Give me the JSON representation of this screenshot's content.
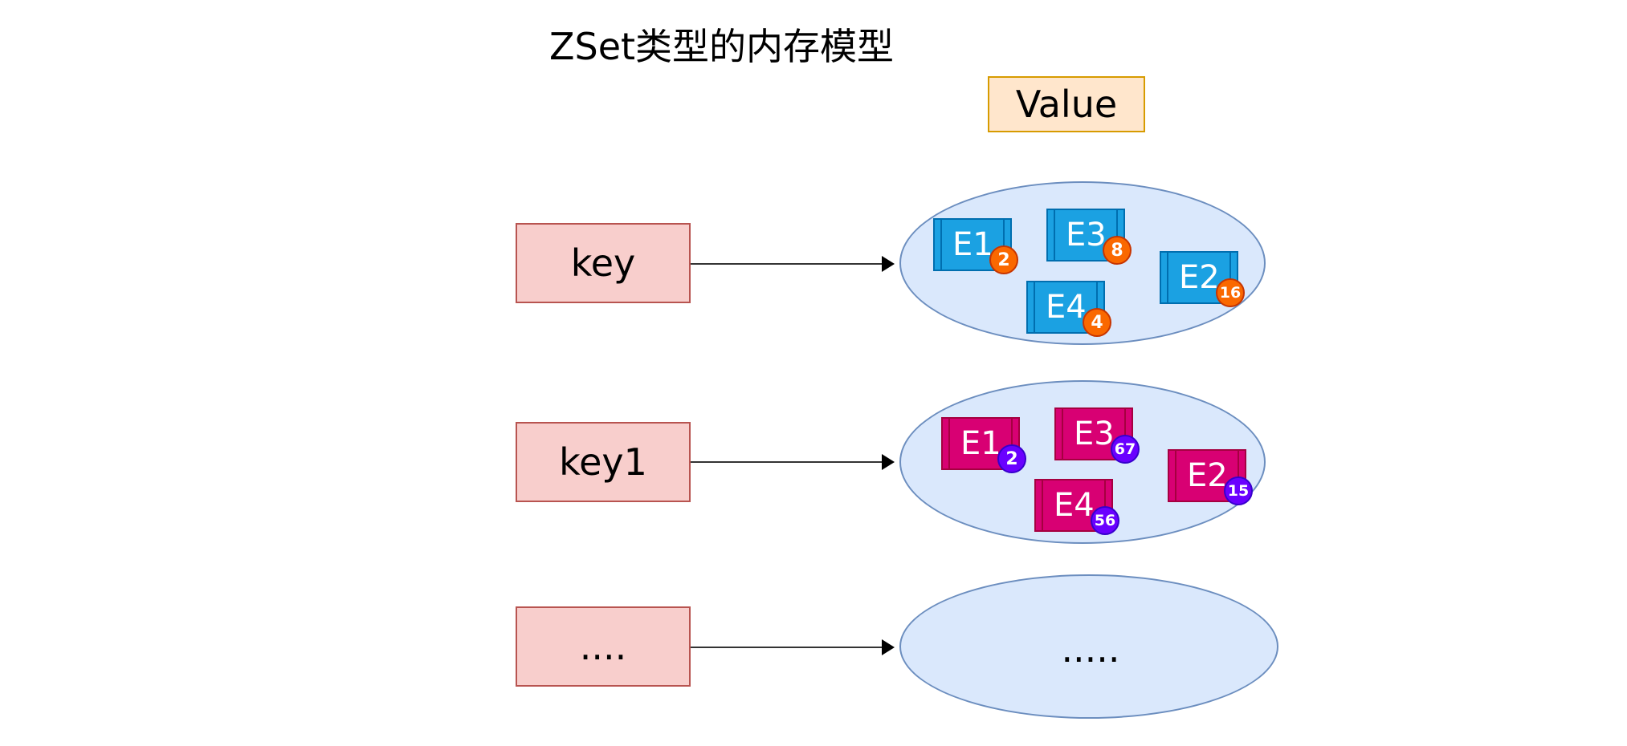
{
  "title": "ZSet类型的内存模型",
  "value_label": "Value",
  "entries": [
    {
      "key": "key",
      "elements": [
        {
          "name": "E1",
          "score": "2"
        },
        {
          "name": "E3",
          "score": "8"
        },
        {
          "name": "E2",
          "score": "16"
        },
        {
          "name": "E4",
          "score": "4"
        }
      ]
    },
    {
      "key": "key1",
      "elements": [
        {
          "name": "E1",
          "score": "2"
        },
        {
          "name": "E3",
          "score": "67"
        },
        {
          "name": "E2",
          "score": "15"
        },
        {
          "name": "E4",
          "score": "56"
        }
      ]
    },
    {
      "key": "....",
      "value_placeholder": "....."
    }
  ],
  "colors": {
    "key_fill": "#f8cecc",
    "value_fill": "#ffe6cc",
    "set_fill": "#dae8fc",
    "element_blue": "#1ba1e2",
    "element_magenta": "#d80073",
    "score_orange": "#fa6800",
    "score_violet": "#6a00ff"
  }
}
